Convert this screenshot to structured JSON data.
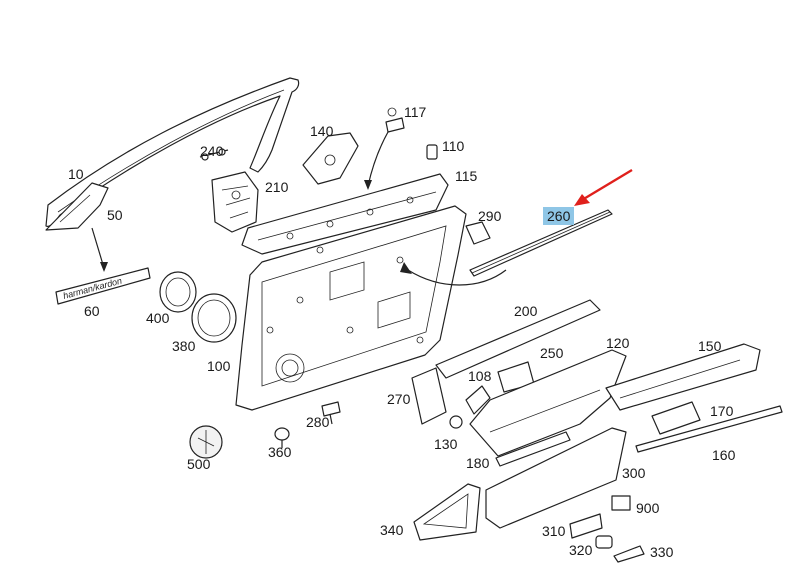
{
  "diagram": {
    "highlight_color": "#8fc6e6",
    "arrow_color": "#e0201c",
    "logo_text": "harman/kardon",
    "callouts": {
      "p10": "10",
      "p50": "50",
      "p60": "60",
      "p100": "100",
      "p108": "108",
      "p110": "110",
      "p115": "115",
      "p117": "117",
      "p120": "120",
      "p130": "130",
      "p140": "140",
      "p150": "150",
      "p160": "160",
      "p170": "170",
      "p180": "180",
      "p200": "200",
      "p210": "210",
      "p240": "240",
      "p250": "250",
      "p260": "260",
      "p270": "270",
      "p280": "280",
      "p290": "290",
      "p300": "300",
      "p310": "310",
      "p320": "320",
      "p330": "330",
      "p340": "340",
      "p360": "360",
      "p380": "380",
      "p400": "400",
      "p500": "500",
      "p900": "900"
    }
  }
}
